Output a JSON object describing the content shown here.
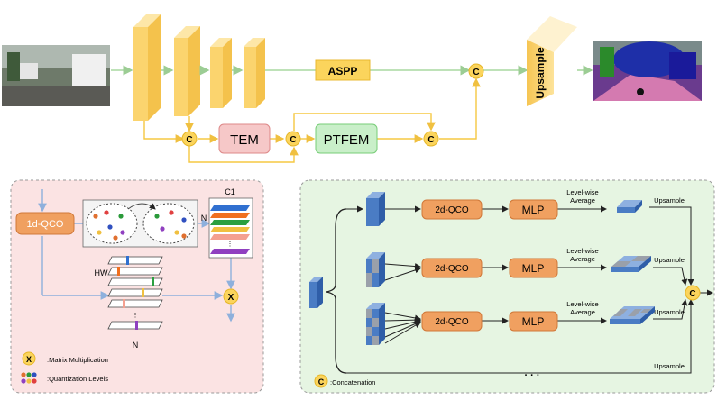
{
  "top": {
    "aspp": "ASPP",
    "tem": "TEM",
    "ptfem": "PTFEM",
    "upsample": "Upsample",
    "concat_symbol": "C"
  },
  "left_panel": {
    "qco_1d": "1d-QCO",
    "c1": "C1",
    "n_side": "N",
    "hw": "HW",
    "n_bottom": "N",
    "dots": "·\n·\n·",
    "mult_symbol": "X",
    "legend_mult": ":Matrix Multiplication",
    "legend_quant": ":Quantization Levels"
  },
  "right_panel": {
    "rows": [
      {
        "qco": "2d-QCO",
        "mlp": "MLP",
        "avg_line1": "Level-wise",
        "avg_line2": "Average",
        "upsample": "Upsample"
      },
      {
        "qco": "2d-QCO",
        "mlp": "MLP",
        "avg_line1": "Level-wise",
        "avg_line2": "Average",
        "upsample": "Upsample"
      },
      {
        "qco": "2d-QCO",
        "mlp": "MLP",
        "avg_line1": "Level-wise",
        "avg_line2": "Average",
        "upsample": "Upsample"
      }
    ],
    "bottom_upsample": "Upsample",
    "ellipsis": "· · ·",
    "concat_symbol": "C",
    "legend_concat": ":Concatenation"
  },
  "colors": {
    "feature_yellow": "#fbd97a",
    "feature_yellow_dark": "#f0c050",
    "arrow_green": "#a8d8a0",
    "arrow_yellow": "#f5c842",
    "concat_fill": "#fbd45c",
    "tem_fill": "#f6c8c8",
    "ptfem_fill": "#c9efc9",
    "orange_box": "#f0a060",
    "left_panel_bg": "#fbe3e3",
    "right_panel_bg": "#e6f5e2",
    "blue_block": "#4a7cc4"
  }
}
